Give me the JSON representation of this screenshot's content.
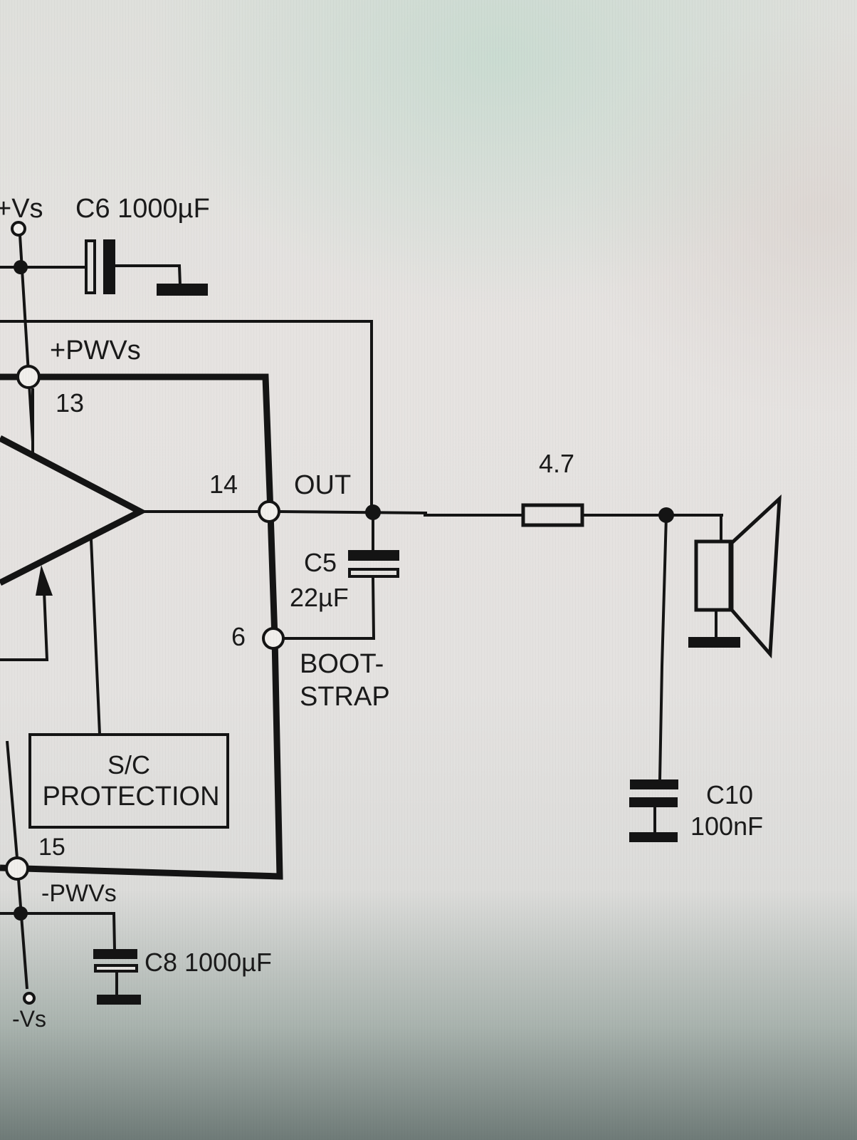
{
  "diagram": {
    "type": "circuit-schematic",
    "subject": "power amplifier output stage with bootstrap and Zobel network",
    "rails": {
      "positive_supply": "+Vs",
      "negative_supply": "-Vs",
      "positive_power": "+PWVs",
      "negative_power": "-PWVs"
    },
    "pins": {
      "pin13": "13",
      "pin14": "14",
      "pin6": "6",
      "pin15": "15"
    },
    "signals": {
      "out": "OUT",
      "bootstrap_line1": "BOOT-",
      "bootstrap_line2": "STRAP"
    },
    "blocks": {
      "protection_line1": "S/C",
      "protection_line2": "PROTECTION"
    },
    "components": {
      "c6": {
        "ref": "C6",
        "value": "1000µF",
        "label": "C6 1000µF"
      },
      "c5": {
        "ref": "C5",
        "value": "22µF"
      },
      "c8": {
        "ref": "C8",
        "value": "1000µF",
        "label": "C8 1000µF"
      },
      "c10": {
        "ref": "C10",
        "value": "100nF"
      },
      "r_series": {
        "value": "4.7"
      },
      "speaker": {
        "name": "loudspeaker"
      }
    },
    "colors": {
      "ink": "#141414",
      "screen": "#e3e1df"
    }
  }
}
